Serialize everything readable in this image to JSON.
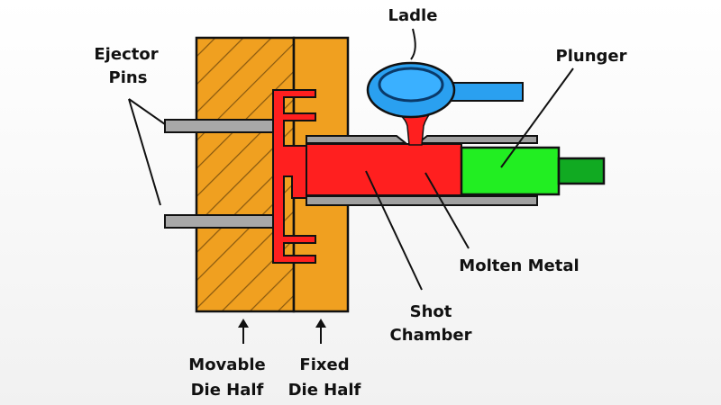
{
  "labels": {
    "ejector_pins_line1": "Ejector",
    "ejector_pins_line2": "Pins",
    "ladle": "Ladle",
    "plunger": "Plunger",
    "molten_metal": "Molten Metal",
    "shot_chamber_line1": "Shot",
    "shot_chamber_line2": "Chamber",
    "movable_die_line1": "Movable",
    "movable_die_line2": "Die Half",
    "fixed_die_line1": "Fixed",
    "fixed_die_line2": "Die Half"
  },
  "colors": {
    "die_orange": "#f0a020",
    "die_outline": "#111111",
    "hatch": "#8a5a10",
    "molten_red": "#ff1f1f",
    "plunger_green": "#22ee22",
    "plunger_rod": "#11aa22",
    "ladle_blue": "#2aa0f0",
    "ladle_dark": "#0a3a6a",
    "steel_gray": "#a0a0a0"
  }
}
